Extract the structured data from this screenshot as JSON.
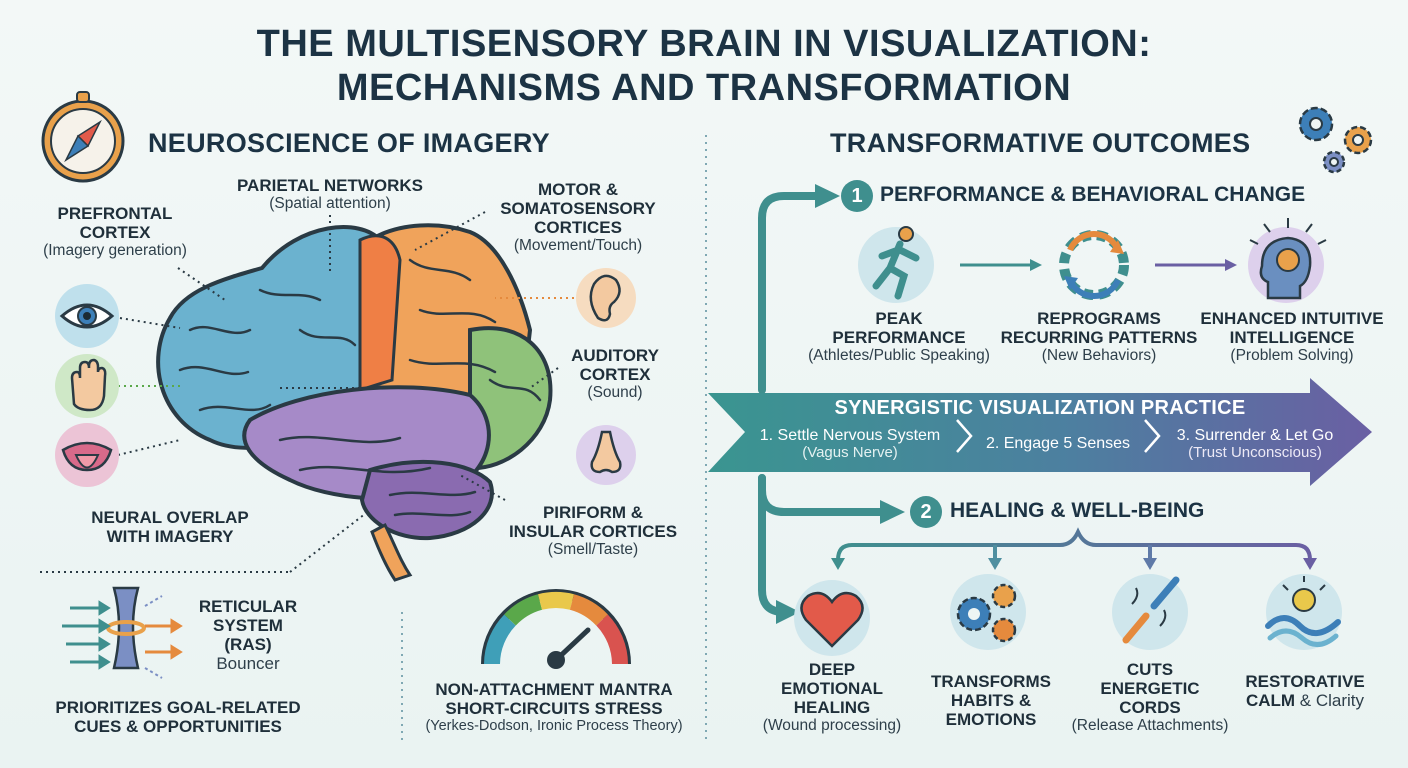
{
  "title": {
    "line1": "THE MULTISENSORY BRAIN IN VISUALIZATION:",
    "line2": "MECHANISMS AND TRANSFORMATION"
  },
  "left": {
    "heading": "NEUROSCIENCE OF IMAGERY",
    "prefrontal": {
      "name_line1": "PREFRONTAL",
      "name_line2": "CORTEX",
      "note": "(Imagery generation)"
    },
    "parietal": {
      "name": "PARIETAL NETWORKS",
      "note": "(Spatial attention)"
    },
    "motor": {
      "name_line1": "MOTOR &",
      "name_line2": "SOMATOSENSORY",
      "name_line3": "CORTICES",
      "note": "(Movement/Touch)"
    },
    "auditory": {
      "name_line1": "AUDITORY",
      "name_line2": "CORTEX",
      "note": "(Sound)"
    },
    "piriform": {
      "name_line1": "PIRIFORM &",
      "name_line2": "INSULAR CORTICES",
      "note": "(Smell/Taste)"
    },
    "overlap": {
      "line1": "NEURAL OVERLAP",
      "line2": "WITH IMAGERY"
    },
    "ras": {
      "line1": "RETICULAR",
      "line2": "SYSTEM (RAS)",
      "note": "Bouncer"
    },
    "prioritizes": {
      "line1": "PRIORITIZES GOAL-RELATED",
      "line2": "CUES & OPPORTUNITIES"
    },
    "mantra": {
      "line1": "NON-ATTACHMENT MANTRA",
      "line2": "SHORT-CIRCUITS STRESS",
      "note": "(Yerkes-Dodson, Ironic Process Theory)"
    }
  },
  "right": {
    "heading": "TRANSFORMATIVE OUTCOMES",
    "section1": {
      "number": "1",
      "title": "PERFORMANCE & BEHAVIORAL CHANGE"
    },
    "peak": {
      "line1": "PEAK",
      "line2": "PERFORMANCE",
      "note": "(Athletes/Public Speaking)"
    },
    "reprograms": {
      "line1": "REPROGRAMS",
      "line2": "RECURRING PATTERNS",
      "note": "(New Behaviors)"
    },
    "intuitive": {
      "line1": "ENHANCED INTUITIVE",
      "line2": "INTELLIGENCE",
      "note": "(Problem Solving)"
    },
    "practice": {
      "title": "SYNERGISTIC VISUALIZATION PRACTICE",
      "step1": "1. Settle Nervous System",
      "step1_note": "(Vagus Nerve)",
      "step2": "2. Engage 5 Senses",
      "step3": "3. Surrender & Let Go",
      "step3_note": "(Trust Unconscious)"
    },
    "section2": {
      "number": "2",
      "title": "HEALING & WELL-BEING"
    },
    "deep": {
      "line1": "DEEP",
      "line2": "EMOTIONAL",
      "line3": "HEALING",
      "note": "(Wound processing)"
    },
    "habits": {
      "line1": "TRANSFORMS",
      "line2": "HABITS &",
      "line3": "EMOTIONS"
    },
    "cords": {
      "line1": "CUTS",
      "line2": "ENERGETIC",
      "line3": "CORDS",
      "note": "(Release Attachments)"
    },
    "calm": {
      "line1": "RESTORATIVE",
      "line2_bold": "CALM",
      "line2_rest": " & Clarity"
    }
  },
  "colors": {
    "teal": "#3f8f8e",
    "purple": "#6a5fa3",
    "navy": "#1c3344"
  }
}
